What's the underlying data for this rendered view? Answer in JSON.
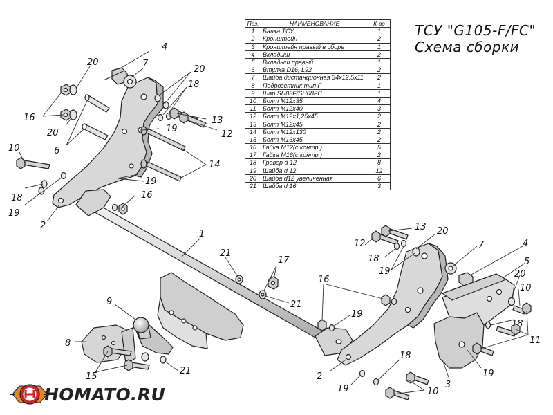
{
  "header": {
    "title_line1": "ТСУ \"G105-F/FC\"",
    "title_line2": "Схема сборки"
  },
  "table": {
    "col_num": "Поз.",
    "col_name": "НАИМЕНОВАНИЕ",
    "col_qty": "К-во",
    "rows": [
      {
        "num": "1",
        "name": "Балка ТСУ",
        "qty": "1"
      },
      {
        "num": "2",
        "name": "Кронштейн",
        "qty": "2"
      },
      {
        "num": "3",
        "name": "Кронштейн правый в сборе",
        "qty": "1"
      },
      {
        "num": "4",
        "name": "Вкладыш",
        "qty": "2"
      },
      {
        "num": "5",
        "name": "Вкладыш правый",
        "qty": "1"
      },
      {
        "num": "6",
        "name": "Втулка D16, L92",
        "qty": "2"
      },
      {
        "num": "7",
        "name": "Шайба дистанционная 34х12,5х11",
        "qty": "2"
      },
      {
        "num": "8",
        "name": "Подрозетник тип F",
        "qty": "1"
      },
      {
        "num": "9",
        "name": "Шар SH03F/SH08FC",
        "qty": "1"
      },
      {
        "num": "10",
        "name": "Болт М12х35",
        "qty": "4"
      },
      {
        "num": "11",
        "name": "Болт М12х40",
        "qty": "3"
      },
      {
        "num": "12",
        "name": "Болт М12х1,25х45",
        "qty": "2"
      },
      {
        "num": "13",
        "name": "Болт М12х45",
        "qty": "2"
      },
      {
        "num": "14",
        "name": "Болт М12х130",
        "qty": "2"
      },
      {
        "num": "15",
        "name": "Болт М16х45",
        "qty": "2"
      },
      {
        "num": "16",
        "name": "Гайка М12(с.контр.)",
        "qty": "5"
      },
      {
        "num": "17",
        "name": "Гайка  М16(с.контр.)",
        "qty": "2"
      },
      {
        "num": "18",
        "name": "Гровер d 12",
        "qty": "8"
      },
      {
        "num": "19",
        "name": "Шайба d 12",
        "qty": "12"
      },
      {
        "num": "20",
        "name": "Шайба d12 увеличенная",
        "qty": "6"
      },
      {
        "num": "21",
        "name": "Шайба d 16",
        "qty": "3"
      }
    ]
  },
  "callouts": {
    "c20a": "20",
    "c4a": "4",
    "c7a": "7",
    "c16a": "16",
    "c20b": "20",
    "c20c": "20",
    "c18a": "18",
    "c6": "6",
    "c19a": "19",
    "c13a": "13",
    "c12a": "12",
    "c10a": "10",
    "c14": "14",
    "c18b": "18",
    "c19b": "19",
    "c16b": "16",
    "c19c": "19",
    "c2a": "2",
    "c1": "1",
    "c21a": "21",
    "c17": "17",
    "c21b": "21",
    "c16c": "16",
    "c19d": "19",
    "c9": "9",
    "c8": "8",
    "c15": "15",
    "c21c": "21",
    "c12b": "12",
    "c13b": "13",
    "c18c": "18",
    "c20d": "20",
    "c19e": "19",
    "c7b": "7",
    "c4b": "4",
    "c5": "5",
    "c20e": "20",
    "c10b": "10",
    "c18d": "18",
    "c11": "11",
    "c19f": "19",
    "c3": "3",
    "c2b": "2",
    "c18e": "18",
    "c19g": "19",
    "c10c": "10"
  },
  "logo": {
    "text": "HOMATO.RU",
    "icon": "homato-logo-icon",
    "colors": {
      "red": "#c8282a",
      "orange": "#e8841e",
      "dark": "#222222"
    }
  },
  "colors": {
    "part_fill": "#dcdcdc",
    "part_shade": "#bdbdbd",
    "outline": "#222222",
    "leader": "#333333"
  }
}
